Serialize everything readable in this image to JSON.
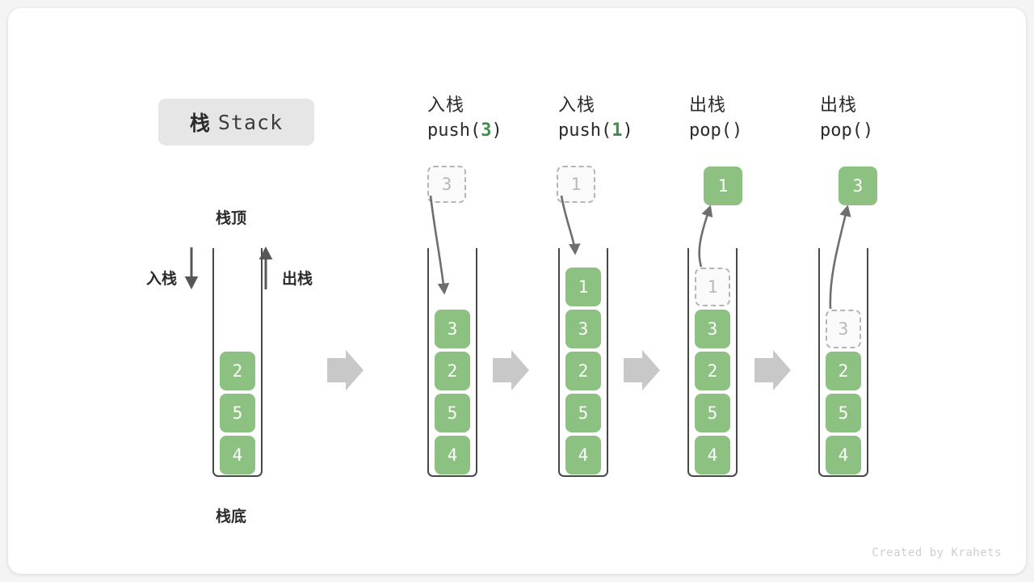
{
  "title": {
    "cn": "栈",
    "en": "Stack"
  },
  "left_diagram": {
    "top_label": "栈顶",
    "bottom_label": "栈底",
    "push_label": "入栈",
    "pop_label": "出栈",
    "cells": [
      "2",
      "5",
      "4"
    ]
  },
  "steps": [
    {
      "head_cn": "入栈",
      "code_prefix": "push(",
      "code_arg": "3",
      "code_suffix": ")",
      "ghost_outside": "3",
      "ghost_inside": null,
      "floating": null,
      "cells": [
        "3",
        "2",
        "5",
        "4"
      ],
      "direction": "push"
    },
    {
      "head_cn": "入栈",
      "code_prefix": "push(",
      "code_arg": "1",
      "code_suffix": ")",
      "ghost_outside": "1",
      "ghost_inside": null,
      "floating": null,
      "cells": [
        "1",
        "3",
        "2",
        "5",
        "4"
      ],
      "direction": "push"
    },
    {
      "head_cn": "出栈",
      "code_prefix": "pop(",
      "code_arg": "",
      "code_suffix": ")",
      "ghost_outside": null,
      "ghost_inside": "1",
      "floating": "1",
      "cells": [
        "3",
        "2",
        "5",
        "4"
      ],
      "direction": "pop"
    },
    {
      "head_cn": "出栈",
      "code_prefix": "pop(",
      "code_arg": "",
      "code_suffix": ")",
      "ghost_outside": null,
      "ghost_inside": "3",
      "floating": "3",
      "cells": [
        "2",
        "5",
        "4"
      ],
      "direction": "pop"
    }
  ],
  "colors": {
    "cell_green": "#8cc182",
    "arg_green": "#3f8f4a",
    "ghost_border": "#b5b5b5",
    "flow_arrow": "#c8c8c8",
    "container_stroke": "#484848"
  },
  "footer": "Created by Krahets"
}
